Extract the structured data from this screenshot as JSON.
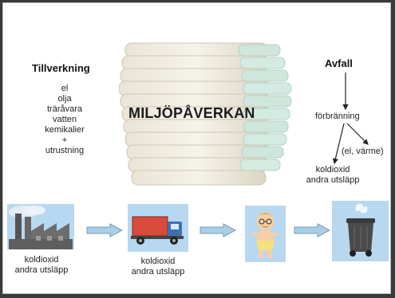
{
  "manufacturing": {
    "title": "Tillverkning",
    "items": [
      "el",
      "olja",
      "träråvara",
      "vatten",
      "kemikalier",
      "+",
      "utrustning"
    ]
  },
  "center_label": "MILJÖPÅVERKAN",
  "waste": {
    "title": "Avfall",
    "incineration": "förbränning",
    "energy": "(el, värme)",
    "emission_1": "koldioxid",
    "emission_2": "andra utsläpp"
  },
  "factory_caption": {
    "line1": "koldioxid",
    "line2": "andra utsläpp"
  },
  "truck_caption": {
    "line1": "koldioxid",
    "line2": "andra utsläpp"
  },
  "icons": [
    "diaper-stack-icon",
    "factory-icon",
    "truck-icon",
    "baby-icon",
    "trash-bin-icon"
  ],
  "colors": {
    "tile": "#b7d8f0",
    "flow_arrow": "#a9cfe6",
    "arrow_stroke": "#7a9bb4",
    "text": "#222222"
  }
}
